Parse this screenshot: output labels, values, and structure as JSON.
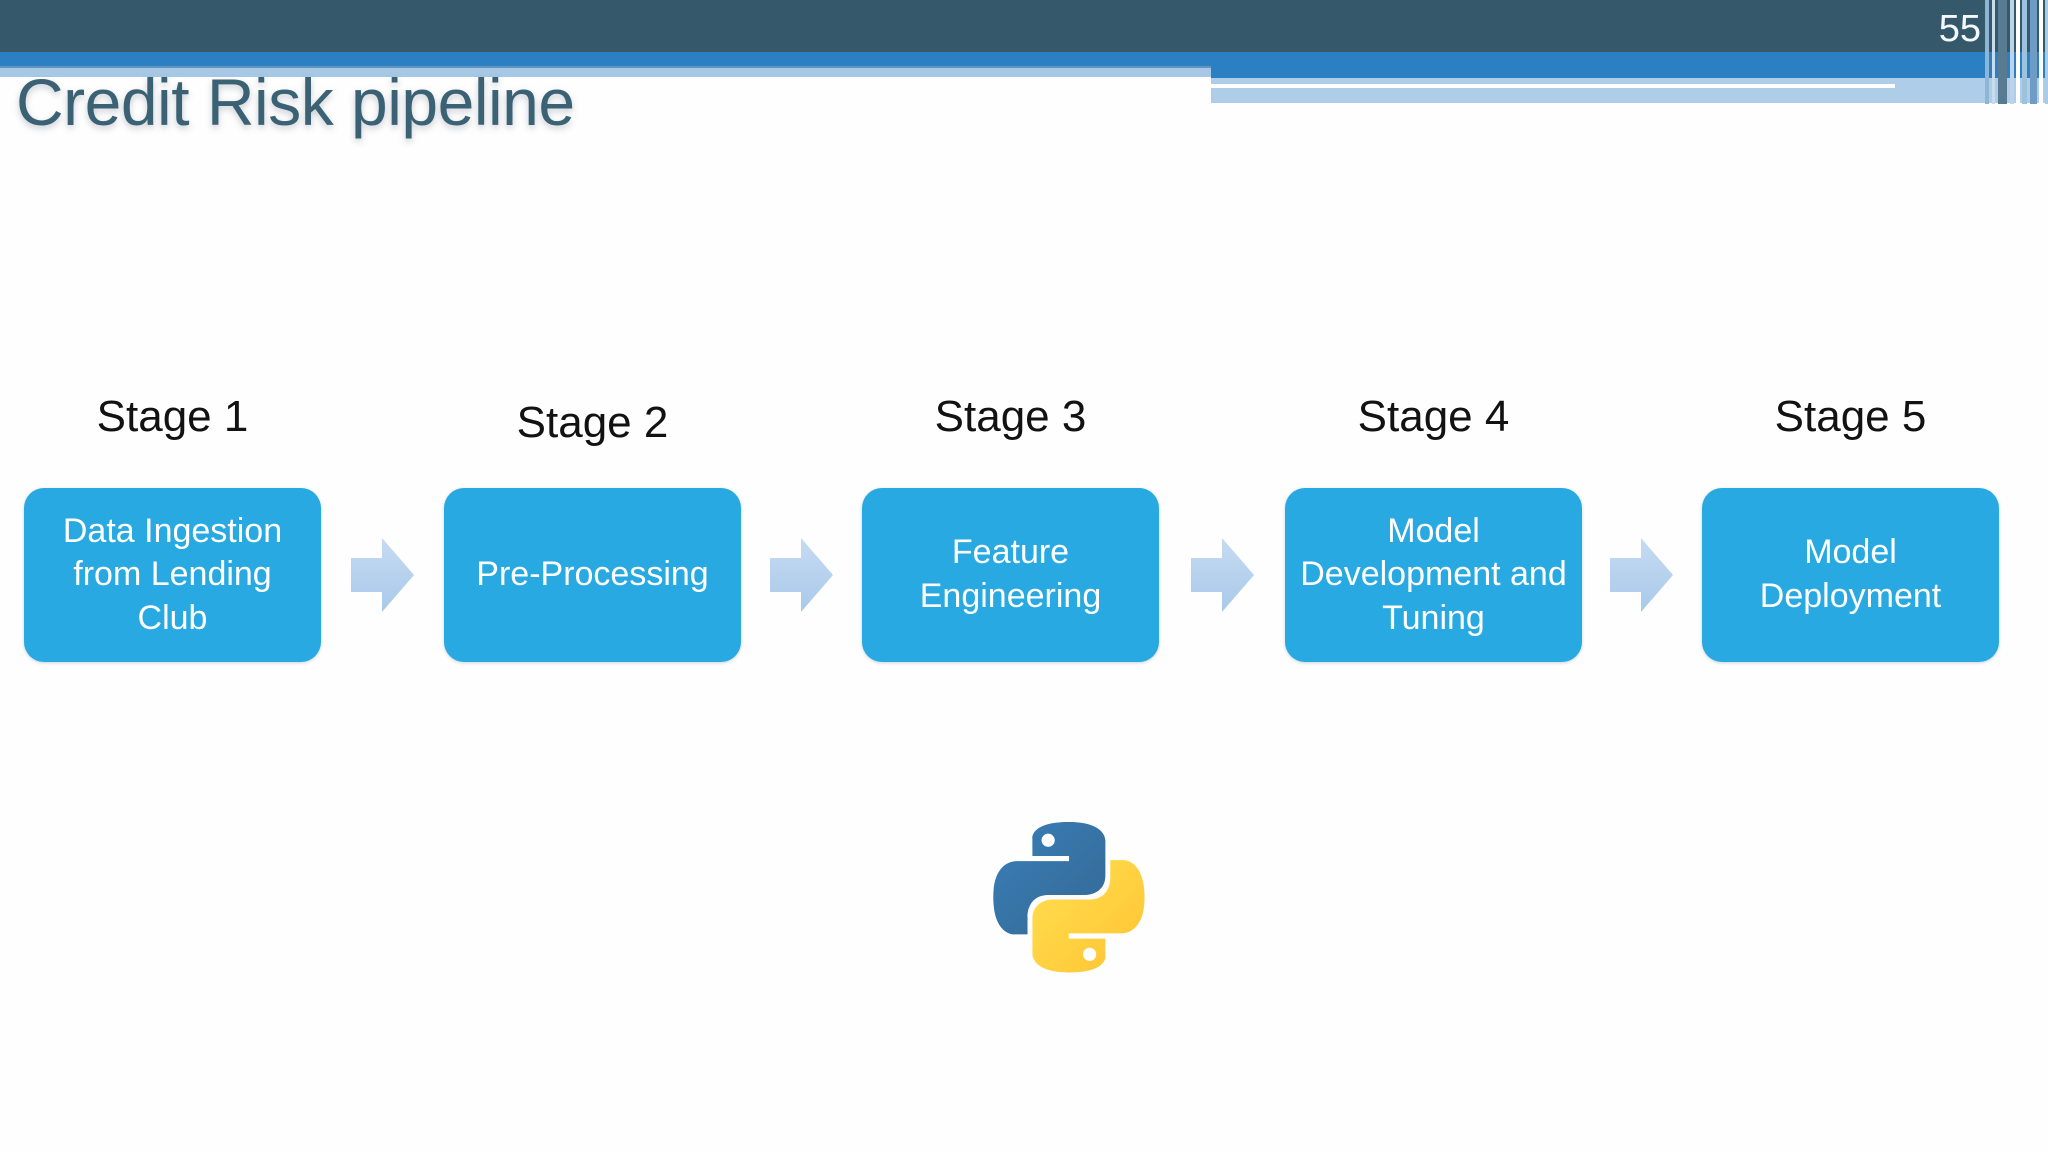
{
  "slide": {
    "number": "55",
    "title": "Credit Risk pipeline"
  },
  "pipeline": {
    "stages": [
      {
        "label": "Stage 1",
        "box": "Data Ingestion from Lending Club"
      },
      {
        "label": "Stage 2",
        "box": "Pre-Processing"
      },
      {
        "label": "Stage 3",
        "box": "Feature Engineering"
      },
      {
        "label": "Stage 4",
        "box": "Model Development and Tuning"
      },
      {
        "label": "Stage 5",
        "box": "Model Deployment"
      }
    ]
  },
  "icons": {
    "flow_arrow": "right-block-arrow",
    "python_logo": "python-two-snakes-logo"
  },
  "colors": {
    "background": "#FEFEFE",
    "dark_bar": "#35596B",
    "blue_stripe": "#2B80C4",
    "band_light": "#A6C8E4",
    "band_light2": "#AECDE9",
    "title_text": "#3A6274",
    "slide_number_text": "#F4F8FB",
    "label_text": "#121212",
    "box_fill": "#29A9E1",
    "box_text": "#FFFFFF",
    "arrow_fill_top": "#C6DBF2",
    "arrow_fill_bottom": "#A9C9EA",
    "python_blue_1": "#387EB8",
    "python_blue_2": "#366994",
    "python_yellow_1": "#FFE052",
    "python_yellow_2": "#FFC331"
  }
}
